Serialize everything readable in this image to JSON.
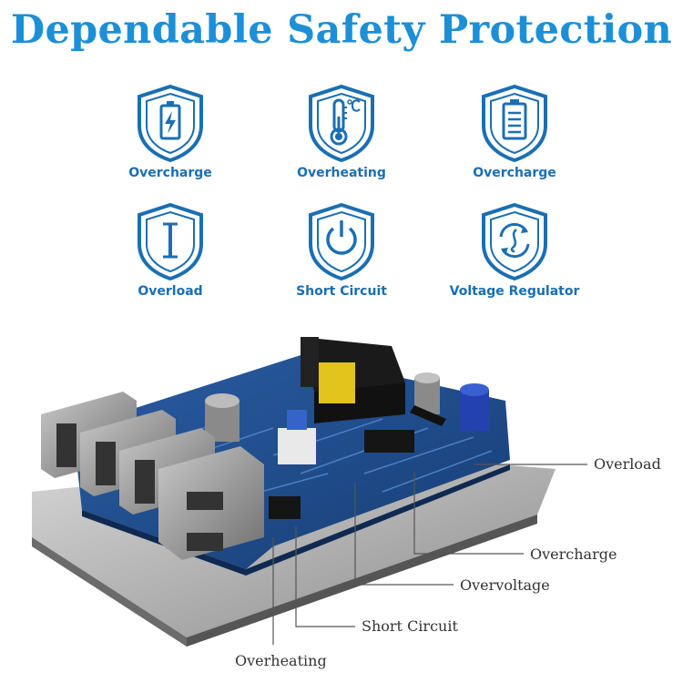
{
  "headline": "Dependable Safety Protection",
  "colors": {
    "accent": "#1d8fd6",
    "icon": "#1a6fb3",
    "board": "#1f4d8e",
    "base": "#9a9a9a"
  },
  "features": [
    {
      "label": "Overcharge",
      "icon": "battery-bolt-icon"
    },
    {
      "label": "Overheating",
      "icon": "thermometer-icon"
    },
    {
      "label": "Overcharge",
      "icon": "battery-lines-icon"
    },
    {
      "label": "Overload",
      "icon": "current-i-icon"
    },
    {
      "label": "Short Circuit",
      "icon": "power-icon"
    },
    {
      "label": "Voltage Regulator",
      "icon": "cycle-wave-icon"
    }
  ],
  "callouts": {
    "overload": "Overload",
    "overcharge": "Overcharge",
    "overvoltage": "Overvoltage",
    "short_circuit": "Short Circuit",
    "overheating": "Overheating"
  }
}
